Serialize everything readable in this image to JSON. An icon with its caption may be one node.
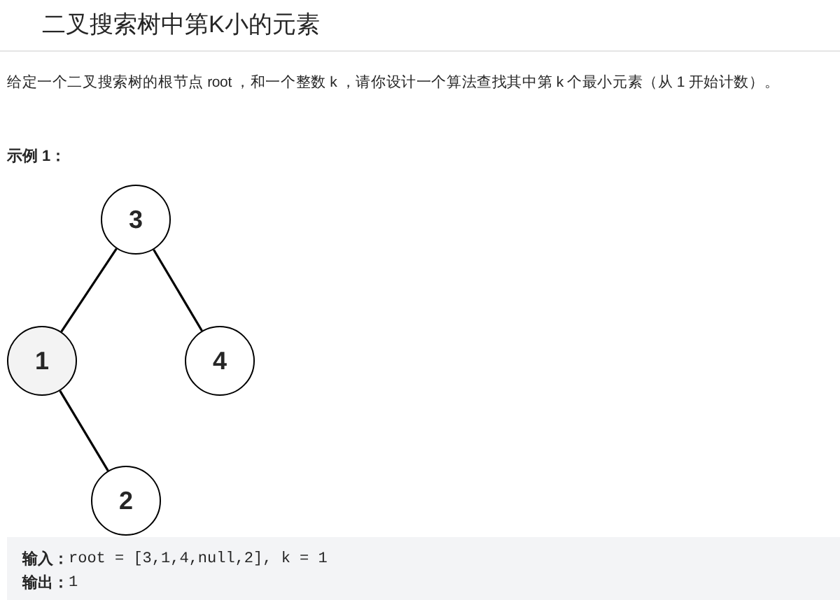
{
  "diagram": {
    "title": "二叉搜索树中第K小的元素",
    "nodes": [
      {
        "text": [
          "3"
        ]
      },
      {
        "text": [
          "1"
        ]
      },
      {
        "text": [
          "4"
        ]
      },
      {
        "text": [
          "2"
        ]
      }
    ],
    "edges": [
      {
        "from": 0,
        "to": 1,
        "arrow": "none"
      },
      {
        "from": 0,
        "to": 2,
        "arrow": "none"
      },
      {
        "from": 1,
        "to": 3,
        "arrow": "none"
      }
    ],
    "labels": [
      "给定一个二叉搜索树的根节点 root ，和一个整数 k ，请你设计一个算法查找其中第 k 个最小元素（从 1 开始计数）。",
      "示例 1：",
      "输入：",
      "root = [3,1,4,null,2], k = 1",
      "输出：",
      "1"
    ]
  }
}
